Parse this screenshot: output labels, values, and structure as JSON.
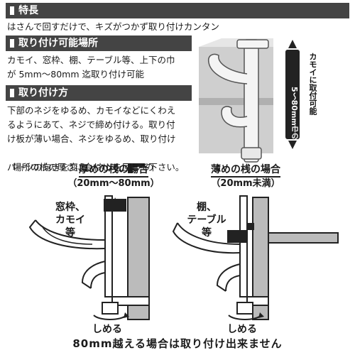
{
  "sections": {
    "features": {
      "heading": "特長",
      "line1": "はさんで回すだけで、キズがつかず取り付けカンタン"
    },
    "mountable": {
      "heading": "取り付け可能場所",
      "line1": "カモイ、窓枠、棚、テーブル等、上下の巾",
      "line2": "が 5mm～80mm 迄取り付け可能"
    },
    "howto": {
      "heading": "取り付け方",
      "line1": "下部のネジをゆるめ、カモイなどにくわえ",
      "line2": "るようにあて、ネジで締め付ける。取り付",
      "line3": "け板が薄い場合、ネジをゆるめ、取り付け",
      "line4": "場所の栈の厚さに合わせて、",
      "line4b": "の",
      "line5": "パーツの向きを変え、ネジを回して下さい。"
    }
  },
  "product_callout": {
    "line1": "5～80",
    "line2": "カモイに取付可能",
    "unit": "mm巾の"
  },
  "diagrams": {
    "thick": {
      "title": "厚めの桟の場合",
      "range": "（20mm～80mm）",
      "label1": "窓枠、",
      "label2": "カモイ",
      "label3": "等",
      "tighten": "しめる"
    },
    "thin": {
      "title": "薄めの桟の場合",
      "range": "（20mm未満）",
      "label1": "棚、",
      "label2": "テーブル",
      "label3": "等",
      "tighten": "しめる"
    }
  },
  "footer_note": "80mm越える場合は取り付け出来ません",
  "colors": {
    "header_bg": "#444444",
    "dark_part": "#222222",
    "wood": "#bbbbbb"
  }
}
